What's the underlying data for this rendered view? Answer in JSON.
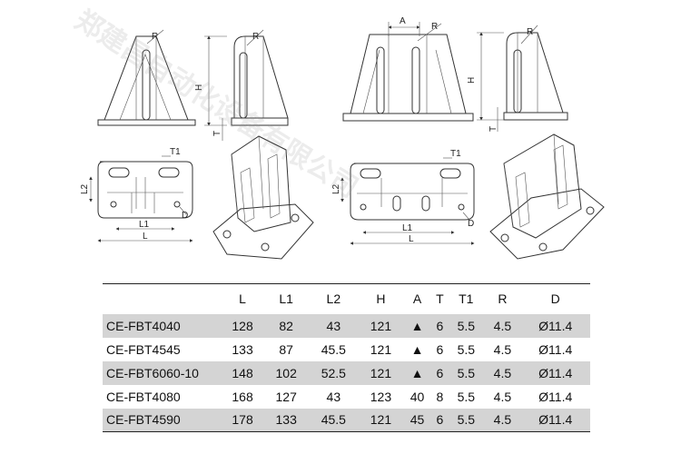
{
  "labels": {
    "r": "R",
    "h": "H",
    "t": "T",
    "a": "A",
    "t1": "T1",
    "l": "L",
    "l1": "L1",
    "l2": "L2",
    "d": "D"
  },
  "watermark": "郑建昌自动化设备有限公司",
  "table": {
    "headers": [
      "",
      "L",
      "L1",
      "L2",
      "H",
      "A",
      "T",
      "T1",
      "R",
      "D"
    ],
    "rows": [
      [
        "CE-FBT4040",
        "128",
        "82",
        "43",
        "121",
        "▲",
        "6",
        "5.5",
        "4.5",
        "Ø11.4"
      ],
      [
        "CE-FBT4545",
        "133",
        "87",
        "45.5",
        "121",
        "▲",
        "6",
        "5.5",
        "4.5",
        "Ø11.4"
      ],
      [
        "CE-FBT6060-10",
        "148",
        "102",
        "52.5",
        "121",
        "▲",
        "6",
        "5.5",
        "4.5",
        "Ø11.4"
      ],
      [
        "CE-FBT4080",
        "168",
        "127",
        "43",
        "123",
        "40",
        "8",
        "5.5",
        "4.5",
        "Ø11.4"
      ],
      [
        "CE-FBT4590",
        "178",
        "133",
        "45.5",
        "121",
        "45",
        "6",
        "5.5",
        "4.5",
        "Ø11.4"
      ]
    ]
  }
}
